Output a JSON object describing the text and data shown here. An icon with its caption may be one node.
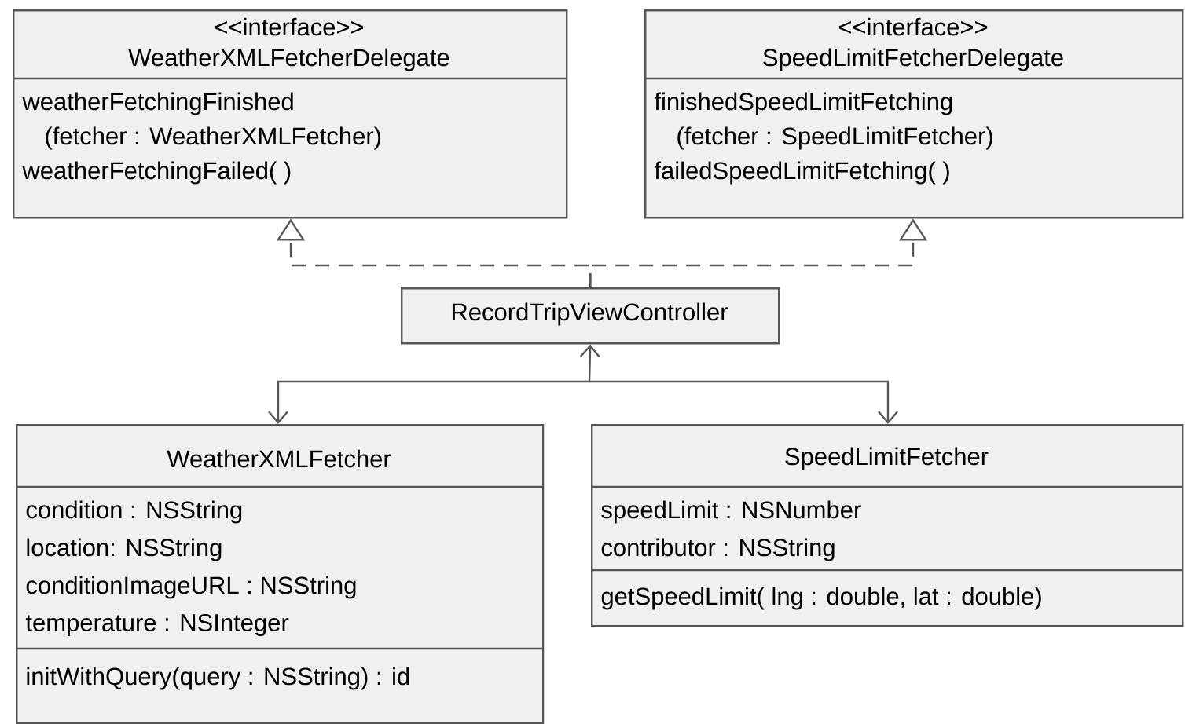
{
  "diagram": {
    "nodes": [
      {
        "text": [
          "<<interface>>",
          "WeatherXMLFetcherDelegate",
          "weatherFetchingFinished",
          "(fetcher : WeatherXMLFetcher)",
          "weatherFetchingFailed( )"
        ]
      },
      {
        "text": [
          "<<interface>>",
          "SpeedLimitFetcherDelegate",
          "finishedSpeedLimitFetching",
          "(fetcher : SpeedLimitFetcher)",
          "failedSpeedLimitFetching( )"
        ]
      },
      {
        "text": [
          "RecordTripViewController"
        ]
      },
      {
        "text": [
          "WeatherXMLFetcher",
          "condition : NSString",
          "location: NSString",
          "conditionImageURL : NSString",
          "temperature : NSInteger",
          "initWithQuery(query : NSString) : id"
        ]
      },
      {
        "text": [
          "SpeedLimitFetcher",
          "speedLimit : NSNumber",
          "contributor : NSString",
          "getSpeedLimit( lng : double, lat : double)"
        ]
      }
    ],
    "edges": [
      {
        "from": 2,
        "to": 0,
        "arrow": "to",
        "style": "dashed"
      },
      {
        "from": 2,
        "to": 1,
        "arrow": "to",
        "style": "dashed"
      },
      {
        "from": 2,
        "to": 3,
        "arrow": "both"
      },
      {
        "from": 2,
        "to": 4,
        "arrow": "both"
      }
    ]
  }
}
